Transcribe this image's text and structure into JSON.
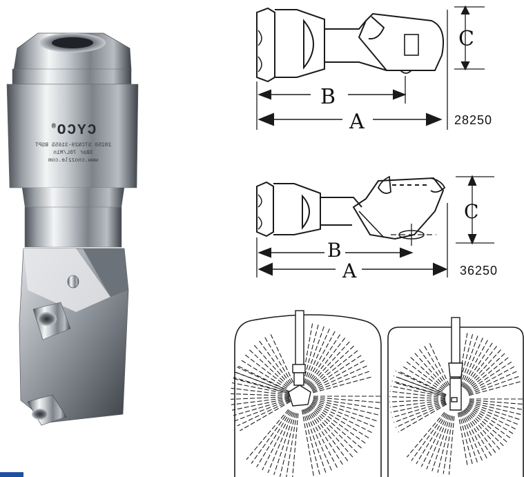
{
  "product": {
    "brand": "CYCO",
    "registered_mark": "®",
    "engraving_line1": "28250 STCN29-3165S BSPT",
    "engraving_line2": "3Bar 70L/Min",
    "engraving_line3": "www.cnozzle.com"
  },
  "drawing_top": {
    "label_a": "A",
    "label_b": "B",
    "label_c": "C",
    "model_number": "28250"
  },
  "drawing_bottom": {
    "label_a": "A",
    "label_b": "B",
    "label_c": "C",
    "model_number": "36250"
  },
  "colors": {
    "line": "#1a1a1a",
    "steel_light": "#eef0f2",
    "steel_dark": "#5a5f66",
    "accent": "#1f4fa0"
  }
}
